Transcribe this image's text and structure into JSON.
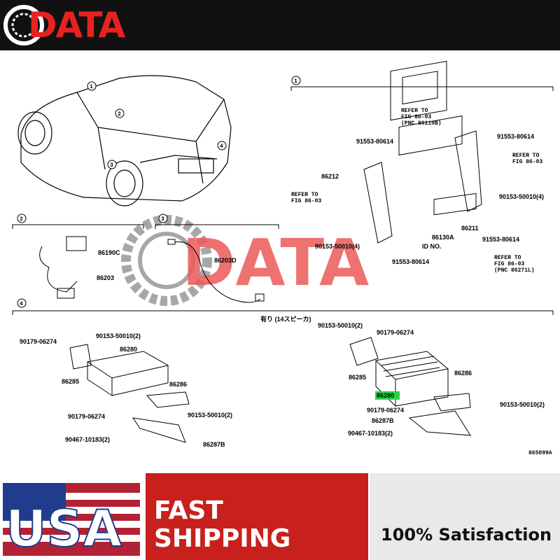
{
  "header": {
    "brand": "DATA"
  },
  "watermark": {
    "text": "DATA"
  },
  "sections": {
    "s1": "1",
    "s2": "2",
    "s3": "3",
    "s4": "4"
  },
  "car_callouts": [
    "1",
    "2",
    "3",
    "4"
  ],
  "labels": {
    "refer_fig_b": "REFER TO",
    "refer_fig_b2": "FIG 86-03",
    "refer_fig_b3": "(PNC 86110B)",
    "p91553_top": "91553-80614",
    "p91553_right": "91553-80614",
    "refer_right1": "REFER TO",
    "refer_right2": "FIG 86-03",
    "p86212": "86212",
    "refer_left1": "REFER TO",
    "refer_left2": "FIG 86-03",
    "p90153_right4": "90153-50010(4)",
    "p86130a": "86130A",
    "p86211": "86211",
    "p90153_left4": "90153-50010(4)",
    "id_no": "ID NO.",
    "p91553_bl": "91553-80614",
    "p91553_br": "91553-80614",
    "refer_bot1": "REFER TO",
    "refer_bot2": "FIG 86-03",
    "refer_bot3": "(PNC 86271L)",
    "p86190c": "86190C",
    "p86203": "86203",
    "p86203d": "86203D",
    "note_14": "有り (14スピーカ)",
    "l_90179": "90179-06274",
    "l_90153_2": "90153-50010(2)",
    "l_86280": "86280",
    "l_86285": "86285",
    "l_86286": "86286",
    "l_90179_b": "90179-06274",
    "l_90153_2b": "90153-50010(2)",
    "l_90467": "90467-10183(2)",
    "l_86287b": "86287B",
    "r_90153_2": "90153-50010(2)",
    "r_90179": "90179-06274",
    "r_86285": "86285",
    "r_86286": "86286",
    "r_86280": "86280",
    "r_90179_b": "90179-06274",
    "r_90153_2b": "90153-50010(2)",
    "r_86287b": "86287B",
    "r_90467": "90467-10183(2)",
    "fig_code": "865099A"
  },
  "banner": {
    "fast_line1": "FAST",
    "fast_line2": "SHIPPING",
    "satisfaction": "100% Satisfaction",
    "flag_text": "USA"
  },
  "colors": {
    "accent_red": "#e6231f",
    "banner_red": "#c8201c",
    "highlight_green": "#2bd34a"
  }
}
